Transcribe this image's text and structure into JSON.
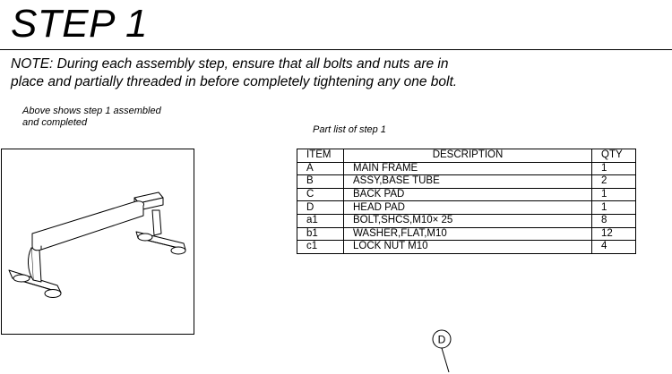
{
  "header": {
    "title": "STEP 1"
  },
  "note": {
    "line1": "NOTE: During each assembly step, ensure that all bolts and nuts are in",
    "line2": "place and  partially threaded  in before completely tightening   any one bolt."
  },
  "figure": {
    "caption_line1": "Above shows step 1 assembled",
    "caption_line2": "and completed"
  },
  "parts": {
    "caption": "Part list of step 1",
    "headers": {
      "item": "ITEM",
      "description": "DESCRIPTION",
      "qty": "QTY"
    },
    "rows": [
      {
        "item": "A",
        "description": "MAIN FRAME",
        "qty": "1"
      },
      {
        "item": "B",
        "description": "ASSY,BASE TUBE",
        "qty": "2"
      },
      {
        "item": "C",
        "description": "BACK PAD",
        "qty": "1"
      },
      {
        "item": "D",
        "description": "HEAD PAD",
        "qty": "1"
      },
      {
        "item": "a1",
        "description": "BOLT,SHCS,M10× 25",
        "qty": "8"
      },
      {
        "item": "b1",
        "description": "WASHER,FLAT,M10",
        "qty": "12"
      },
      {
        "item": "c1",
        "description": "LOCK NUT M10",
        "qty": "4"
      }
    ]
  },
  "callouts": [
    {
      "label": "D"
    }
  ]
}
